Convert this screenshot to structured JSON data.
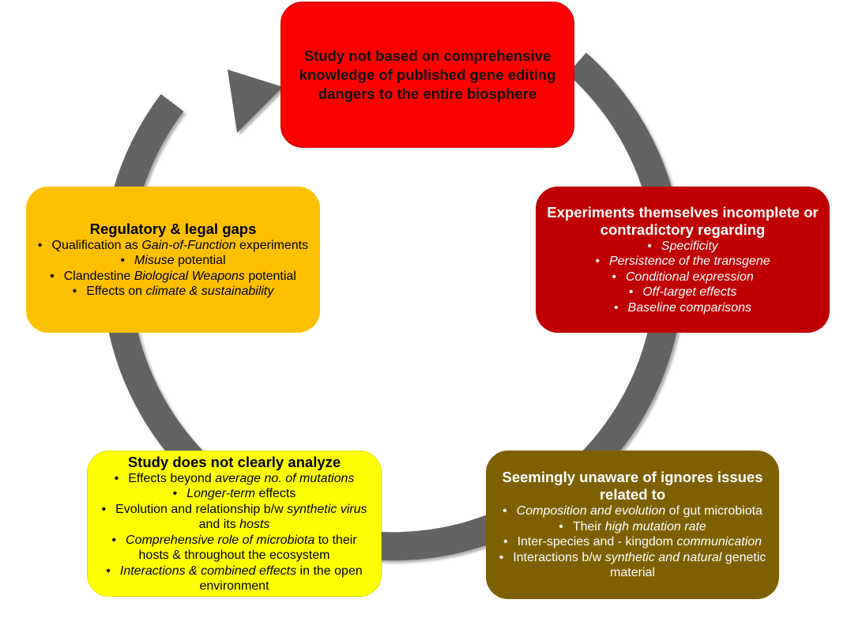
{
  "diagram": {
    "top": {
      "title": "Study not based on comprehensive knowledge of published gene editing dangers to the entire biosphere",
      "fill": "#ff0000"
    },
    "right": {
      "title": "Experiments themselves incomplete or contradictory regarding",
      "fill": "#c00000",
      "items": [
        "Specificity",
        "Persistence of the transgene",
        "Conditional expression",
        "Off-target effects",
        "Baseline comparisons"
      ]
    },
    "bottom_right": {
      "title": "Seemingly unaware of ignores issues related to",
      "fill": "#7f6000",
      "items": [
        {
          "a": "Composition and evolution",
          "b": " of gut microbiota"
        },
        {
          "a": "Their ",
          "b": "high mutation rate"
        },
        {
          "a": "Inter-species and - kingdom ",
          "b": "communication"
        },
        {
          "a": "Interactions b/w ",
          "b": "synthetic and natural",
          "c": " genetic material"
        }
      ]
    },
    "bottom_left": {
      "title": "Study does not clearly analyze",
      "fill": "#ffff00",
      "items": [
        {
          "a": "Effects beyond ",
          "b": "average no. of mutations"
        },
        {
          "a": "Longer-term",
          "b": " effects"
        },
        {
          "a": "Evolution and relationship b/w ",
          "b": "synthetic virus",
          "c": " and its ",
          "d": "hosts"
        },
        {
          "a": "Comprehensive role of microbiota",
          "b": " to their hosts & throughout the ecosystem"
        },
        {
          "a": "Interactions & combined effects",
          "b": " in the open environment"
        }
      ]
    },
    "left": {
      "title": "Regulatory & legal gaps",
      "fill": "#ffc000",
      "items": [
        {
          "a": "Qualification as ",
          "b": "Gain-of-Function",
          "c": " experiments"
        },
        {
          "a": "Misuse",
          "b": " potential"
        },
        {
          "a": "Clandestine ",
          "b": "Biological Weapons",
          "c": " potential"
        },
        {
          "a": "Effects on ",
          "b": "climate & sustainability"
        }
      ]
    },
    "bullet": "•",
    "ring_color": "#636363"
  }
}
